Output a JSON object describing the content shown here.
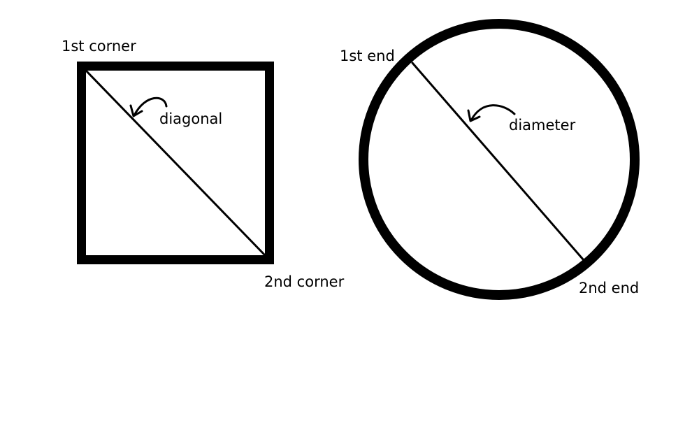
{
  "square": {
    "corner_1_label": "1st corner",
    "corner_2_label": "2nd corner",
    "diagonal_label": "diagonal"
  },
  "circle": {
    "end_1_label": "1st end",
    "end_2_label": "2nd end",
    "diameter_label": "diameter"
  },
  "colors": {
    "stroke": "#000000",
    "background": "#ffffff"
  }
}
